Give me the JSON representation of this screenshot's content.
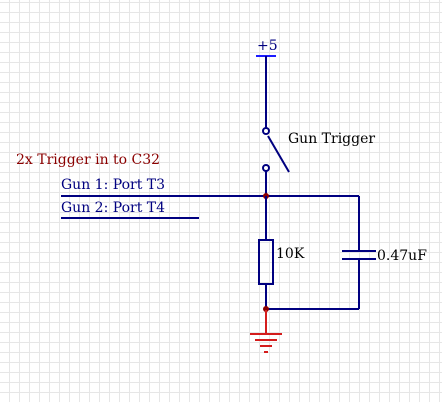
{
  "schematic": {
    "supply_label": "+5",
    "switch_label": "Gun Trigger",
    "section_title": "2x Trigger in to C32",
    "input_1_label": "Gun 1: Port T3",
    "input_2_label": "Gun 2: Port T4",
    "resistor_label": "10K",
    "capacitor_label": "0.47uF"
  },
  "colors": {
    "background": "#ffffff",
    "grid": "#e6e6e6",
    "wire": "#000080",
    "power_symbol": "#1c1cff",
    "ground_symbol": "#d41c1c",
    "title_text": "#8b0000",
    "junction": "#8b0000"
  }
}
